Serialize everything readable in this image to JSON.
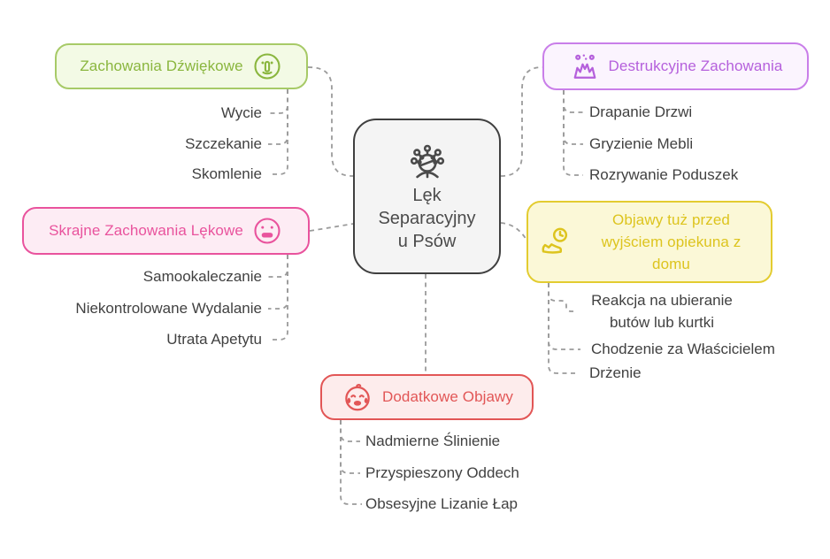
{
  "diagram": {
    "title": "Lęk Separacyjny u Psów",
    "center": {
      "icon": "person-network-icon",
      "lines": {
        "0": "Lęk",
        "1": "Separacyjny",
        "2": "u Psów"
      }
    },
    "branches": [
      {
        "label": "Zachowania Dźwiękowe",
        "icon": "shushing-face-icon",
        "color": "#8ab63e",
        "border_color": "#a7ca67",
        "bg_color": "#f3fae5",
        "items": [
          "Wycie",
          "Szczekanie",
          "Skomlenie"
        ]
      },
      {
        "label": "Destrukcyjne Zachowania",
        "icon": "explosion-icon",
        "color": "#b560dc",
        "border_color": "#c97ee9",
        "bg_color": "#fbf4fe",
        "items": [
          "Drapanie Drzwi",
          "Gryzienie Mebli",
          "Rozrywanie Poduszek"
        ]
      },
      {
        "label": "Skrajne Zachowania Lękowe",
        "icon": "anguished-face-icon",
        "color": "#e9539d",
        "border_color": "#e9539d",
        "bg_color": "#fdecf4",
        "items": [
          "Samookaleczanie",
          "Niekontrolowane Wydalanie",
          "Utrata Apetytu"
        ]
      },
      {
        "label": "Objawy tuż przed wyjściem opiekuna z domu",
        "icon": "shoe-and-clock-icon",
        "color": "#ddc41e",
        "border_color": "#e3cc30",
        "bg_color": "#fbf8d7",
        "items": [
          "Reakcja na ubieranie butów lub kurtki",
          "Chodzenie za Właścicielem",
          "Drżenie"
        ]
      },
      {
        "label": "Dodatkowe Objawy",
        "icon": "crying-baby-icon",
        "color": "#e25656",
        "border_color": "#e25656",
        "bg_color": "#fdecec",
        "items": [
          "Nadmierne Ślinienie",
          "Przyspieszony Oddech",
          "Obsesyjne Lizanie Łap"
        ]
      }
    ],
    "connector_color": "#9b9b9b",
    "center_border_color": "#3f3f3f"
  }
}
